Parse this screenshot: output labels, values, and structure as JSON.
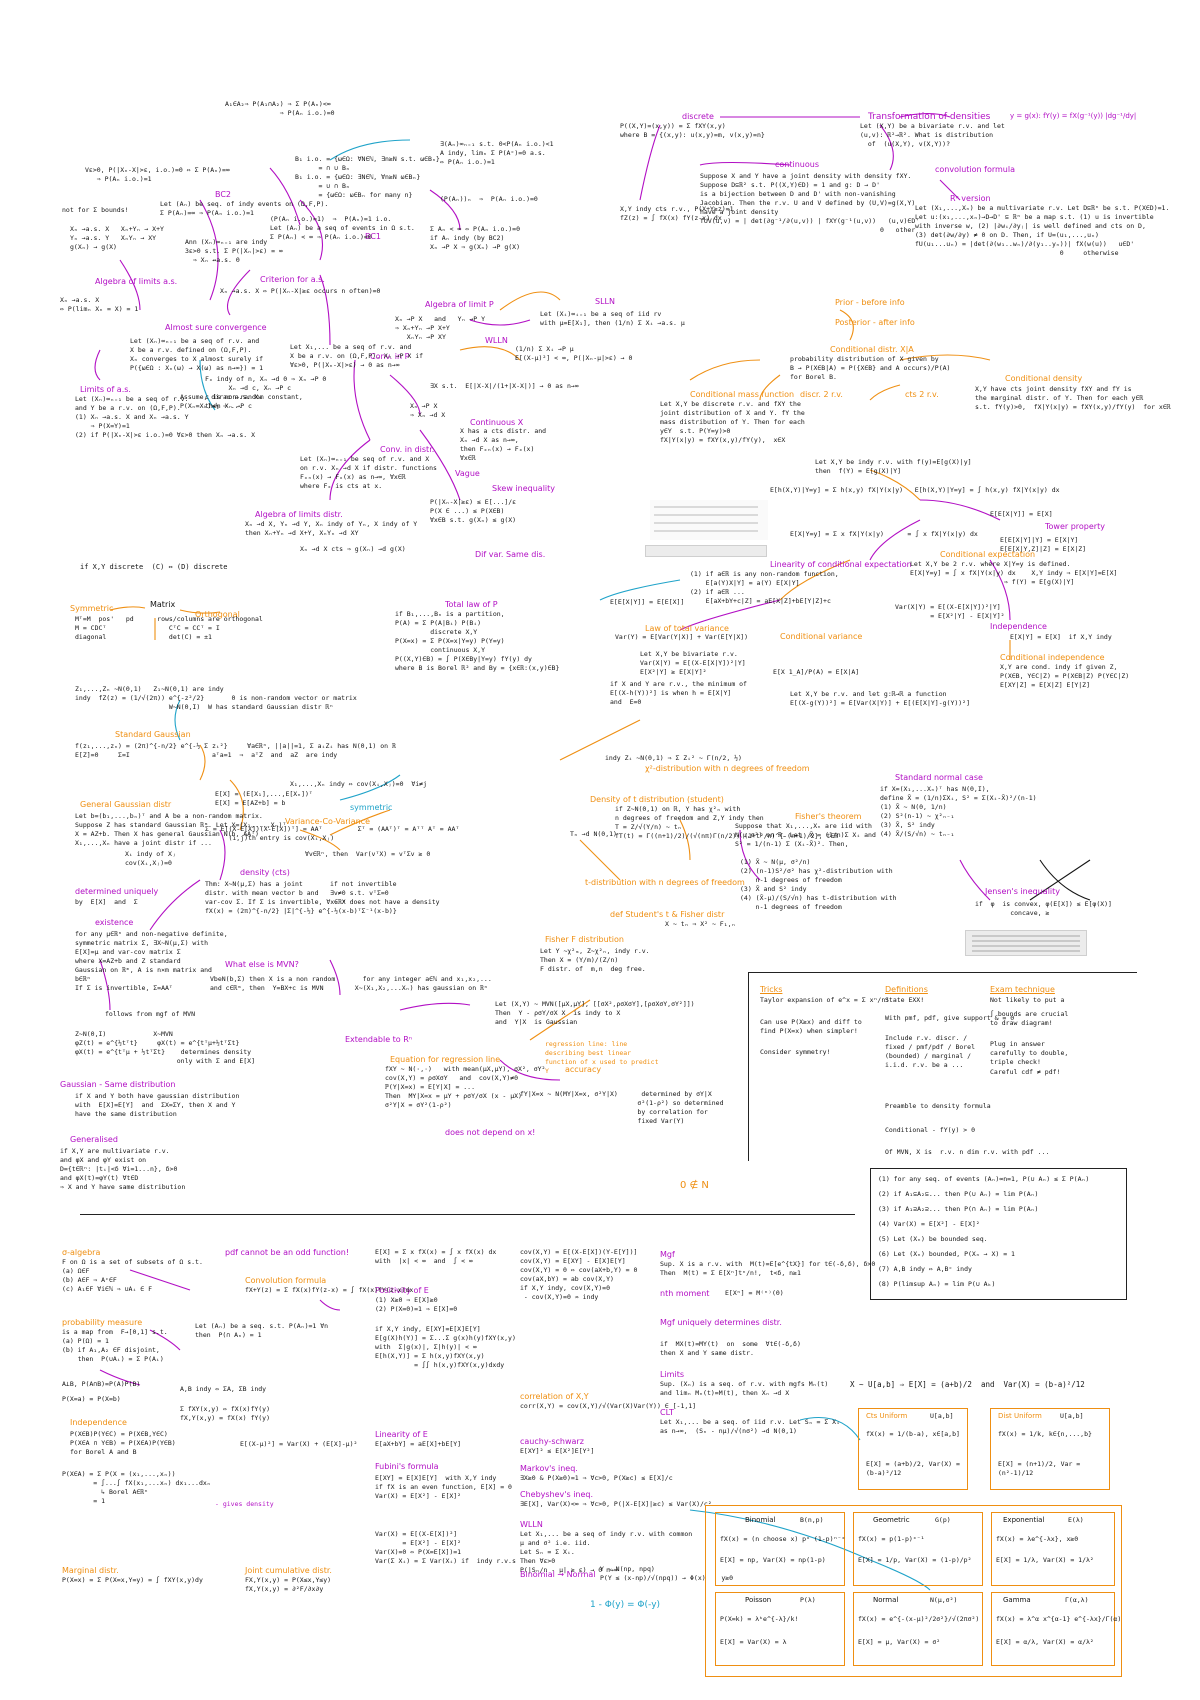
{
  "title": "Transformation of densities",
  "convergence": {
    "almost_sure": "Almost sure convergence",
    "conv_in_p": "Conv. in P",
    "conv_in_distr": "Conv. in distr.",
    "algebra_as": "Algebra of limits a.s.",
    "algebra_p": "Algebra of limit P",
    "algebra_distr": "Algebra of limits distr.",
    "limits_as": "Limits of a.s.",
    "criterion": "Criterion for a.s.",
    "bc1": "BC1",
    "bc2": "BC2",
    "slln": "SLLN",
    "wlln": "WLLN",
    "continuous_x": "Continuous X",
    "dif_var": "Dif var. Same dis.",
    "vague": "Vague",
    "skew": "Skew inequality",
    "discrete": "if X,Y discrete  (C) ⇔ (D) discrete"
  },
  "transformation": {
    "discrete": "discrete",
    "continuous": "continuous",
    "convolution": "convolution formula",
    "rn_version": "Rⁿ version",
    "formula": "y = g(x): fY(y) = fX(g⁻¹(y)) |dg⁻¹/dy|"
  },
  "conditioning": {
    "prior": "Prior - before info",
    "posterior": "Posterior - after info",
    "cond_distr": "Conditional distr. X|A",
    "cond_density": "Conditional density",
    "cond_mass": "Conditional mass function",
    "discr_2rv": "discr. 2 r.v.",
    "cts_2rv": "cts 2 r.v.",
    "cond_expectation": "Conditional expectation",
    "tower": "Tower property",
    "cond_variance": "Conditional variance",
    "law_total_var": "Law of total variance",
    "linearity": "Linearity of conditional expectation",
    "independence": "Independence",
    "cond_independence": "Conditional independence",
    "total_law": "Total law of P"
  },
  "gaussian": {
    "matrix": "Matrix",
    "symmetric": "Symmetric",
    "orthogonal": "Orthogonal",
    "standard": "Standard Gaussian",
    "general": "General Gaussian distr",
    "variance_cov": "Variance-Co-Variance",
    "symmetric2": "symmetric",
    "density": "density (cts)",
    "determined": "determined uniquely",
    "existence": "existence",
    "what_else": "What else is MVN?",
    "gaussian_same": "Gaussian - Same distribution",
    "generalised": "Generalised",
    "follows": "follows from mgf of MVN",
    "regression": "Equation for regression line",
    "extendable": "Extendable to Rⁿ",
    "regression_line": "regression line: line describing best linear function of x used to predict Y",
    "accuracy": "accuracy",
    "does_not": "does not depend on x!",
    "zero_notin": "0 ∉ N"
  },
  "statistics": {
    "chi2": "χ²-distribution with n degrees of freedom",
    "density_t": "Density of t distribution (student)",
    "t_distr": "t-distribution with n degrees of freedom",
    "fisher": "Fisher's theorem",
    "fisher_f": "Fisher F distribution",
    "def_student": "def Student's t  &  Fisher distr",
    "std_normal": "Standard normal case",
    "jensen": "Jensen's inequality"
  },
  "tips": {
    "tricks": "Tricks",
    "definitions": "Definitions",
    "exam": "Exam technique",
    "taylor": "Taylor expansion of e^x = Σ xⁿ/n!",
    "use_mgf": "Can use P(X≥x) and diff to find P(X=x) when simpler!",
    "symmetry": "Consider symmetry!",
    "state": "State EXX!",
    "with_pmf": "With pmf, pdf, give support & = 0",
    "include": "Include  r.v. discr. / fixed / pmf/pdf / Borel (bounded) / marginal / i.i.d. r.v. be a ...",
    "preamble": "Preamble to density formula",
    "conditional": "Conditional - fY(y) > 0",
    "of_mvn": "Of MVN, X is  r.v. n dim r.v. with pdf ...",
    "not_likely": "Not likely to put a",
    "bounds": "∫ bounds are crucial to draw diagram!",
    "plug": "Plug in answer carefully to double, triple check!",
    "careful": "Careful cdf ≠ pdf!"
  },
  "foundations": {
    "sigma_algebra": "σ-algebra",
    "prob_measure": "probability measure",
    "independence": "Independence",
    "pdf_cannot": "pdf cannot be an odd function!",
    "convolution": "Convolution formula",
    "marginal": "Marginal distr.",
    "joint_cdf": "Joint cumulative distr.",
    "partial_dens": "- gives density",
    "ab_indy": "A,B indy ⇔ ΣA, ΣB indy",
    "expectation": "Linearity of E",
    "property_e": "Positivity of E",
    "fubini": "Fubini's formula",
    "correlation": "correlation of X,Y",
    "cauchy": "cauchy-schwarz",
    "markov": "Markov's ineq.",
    "chebyshev": "Chebyshev's ineq.",
    "wlln": "WLLN",
    "binomial_normal": "Binomial → Normal",
    "mgf": "Mgf",
    "nth_moment": "nth moment",
    "mgf_unique": "Mgf uniquely determines distr.",
    "limits": "Limits",
    "clt": "CLT",
    "phi": "1 - Φ(y) = Φ(-y)"
  },
  "properties": [
    "(1) for any seq. of events (Aₙ)∞n=1, P(∪ Aₙ) ≤ Σ P(Aₙ)",
    "(2) if A₁⊆A₂⊆... then P(∪ Aₙ) = lim P(Aₙ)",
    "(3) if A₁⊇A₂⊇... then P(∩ Aₙ) = lim P(Aₙ)",
    "(4) Var(X) = E[X²] - E[X]²",
    "(5) Let (Xₙ) be bounded seq.",
    "(6) Let (Xₙ) bounded, P(Xₙ → X) = 1",
    "(7) A,B indy ⇔ A,Bᶜ indy",
    "(8) P(limsup Aₙ) = lim P(∪ Aₖ)"
  ],
  "distributions": [
    {
      "name": "Cts Uniform",
      "param": "U[a,b]",
      "pdf": "fX(x) = 1/(b-a), x∈[a,b]",
      "moments": "E[X] = (a+b)/2,  Var(X) = (b-a)²/12"
    },
    {
      "name": "Dist Uniform",
      "param": "U[a,b]",
      "pdf": "fX(x) = 1/k, k∈{n,...,b}",
      "moments": "E[X] = (n+1)/2,  Var = (n²-1)/12"
    },
    {
      "name": "Binomial",
      "param": "B(n,p)",
      "pdf": "fX(x) = (n choose x) pˣ (1-p)ⁿ⁻ˣ",
      "moments": "E[X] = np,  Var(X) = np(1-p)"
    },
    {
      "name": "Geometric",
      "param": "G(p)",
      "pdf": "fX(x) = p(1-p)ˣ⁻¹",
      "moments": "E[X] = 1/p,  Var(X) = (1-p)/p²"
    },
    {
      "name": "Exponential",
      "param": "E(λ)",
      "pdf": "fX(x) = λe^{-λx}, x≥0",
      "moments": "E[X] = 1/λ,  Var(X) = 1/λ²"
    },
    {
      "name": "Poisson",
      "param": "P(λ)",
      "pdf": "P(X=k) = λᵏe^{-λ}/k!",
      "moments": "E[X] = Var(X) = λ"
    },
    {
      "name": "Normal",
      "param": "N(μ,σ²)",
      "pdf": "fX(x) = e^{-(x-μ)²/2σ²}/√(2πσ²)",
      "moments": "E[X] = μ,  Var(X) = σ²"
    },
    {
      "name": "Gamma",
      "param": "Γ(α,λ)",
      "pdf": "fX(x) = λ^α x^{α-1} e^{-λx}/Γ(α)",
      "moments": "E[X] = α/λ,  Var(X) = α/λ²"
    }
  ],
  "uniform_link": "X ~ U[a,b] ⇒ E[X] = (a+b)/2  and  Var(X) = (b-a)²/12"
}
